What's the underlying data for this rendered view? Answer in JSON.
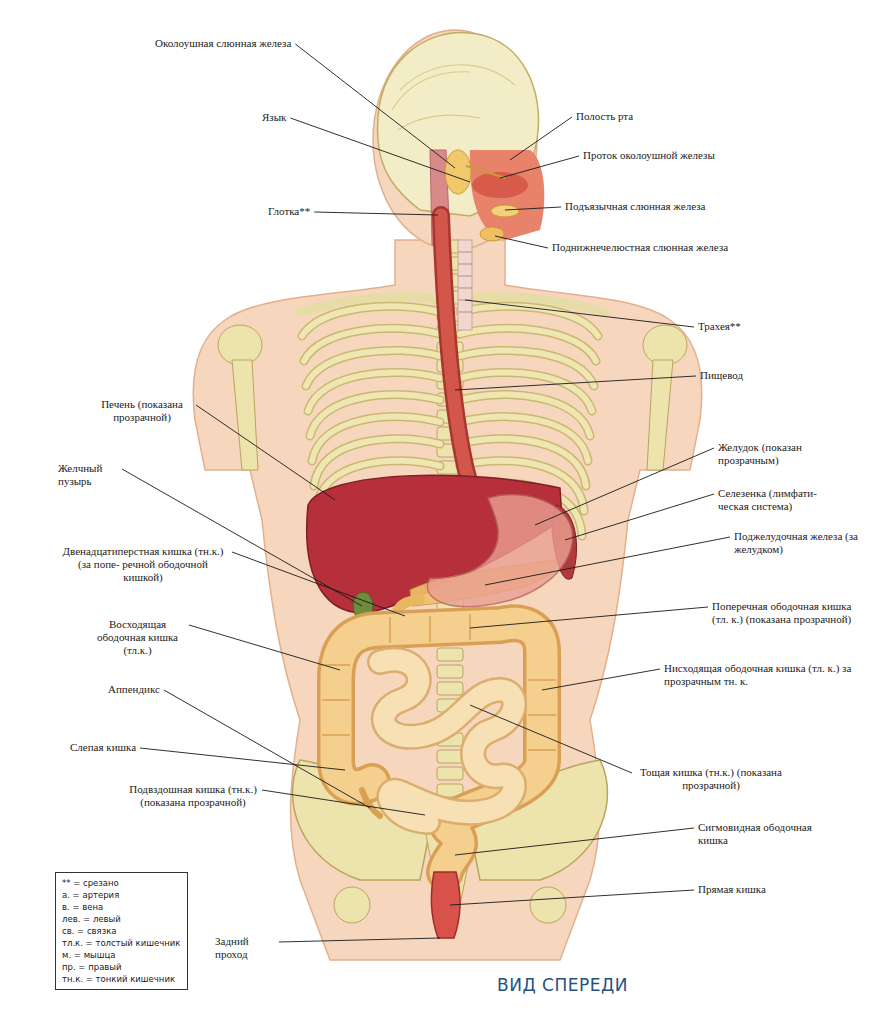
{
  "diagram": {
    "caption": "ВИД СПЕРЕДИ",
    "nodes": [
      {
        "text": [
          "** = срезано",
          "а. = артерия",
          "в. = вена",
          "лев. = левый",
          "св. = связка",
          "тл.к. = толстый кишечник",
          "м. = мышца",
          "пр. = правый",
          "тн.к. = тонкий кишечник"
        ]
      }
    ],
    "labels": [
      "Околоушная слюнная железа",
      "Язык",
      "Полость рта",
      "Проток околоушной железы",
      "Глотка**",
      "Подъязычная слюнная железа",
      "Поднижнечелюстная слюнная железа",
      "Трахея**",
      "Пищевод",
      "Печень (показана прозрачной)",
      "Желудок (показан прозрачным)",
      "Желчный пузырь",
      "Селезенка (лимфати- ческая система)",
      "Поджелудочная железа (за желудком)",
      "Двенадцатиперстная кишка (тн.к.) (за попе- речной ободочной кишкой)",
      "Восходящая ободочная кишка (тл.к.)",
      "Поперечная ободочная кишка (тл. к.) (показана прозрачной)",
      "Нисходящая ободочная кишка (тл. к.) за прозрачным тн. к.",
      "Аппендикс",
      "Тощая кишка (тн.к.) (показана прозрачной)",
      "Слепая кишка",
      "Подвздошная кишка (тн.к.) (показана прозрачной)",
      "Сигмовидная ободочная кишка",
      "Прямая кишка",
      "Задний проход"
    ]
  }
}
